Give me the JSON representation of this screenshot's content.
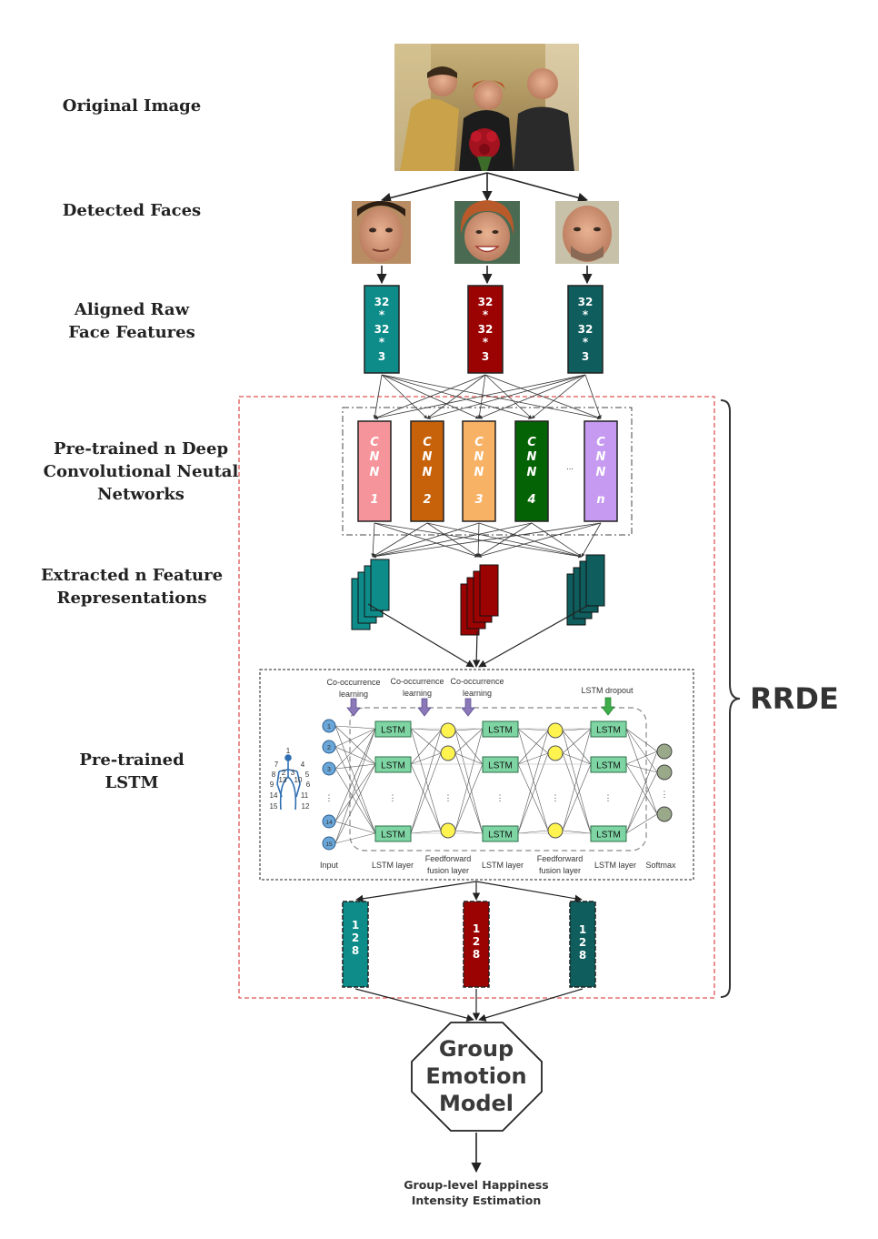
{
  "stages": {
    "original_image": "Original Image",
    "detected_faces": "Detected Faces",
    "aligned_line1": "Aligned Raw",
    "aligned_line2": "Face Features",
    "cnn_line1": "Pre-trained n Deep",
    "cnn_line2": "Convolutional Neutal",
    "cnn_line3": "Networks",
    "feat_line1": "Extracted n Feature",
    "feat_line2": "Representations",
    "lstm_line1": "Pre-trained",
    "lstm_line2": "LSTM"
  },
  "aligned_boxes": [
    {
      "color": "#0e8c89",
      "tokens": [
        "32",
        "*",
        "32",
        "*",
        "3"
      ]
    },
    {
      "color": "#9b0303",
      "tokens": [
        "32",
        "*",
        "32",
        "*",
        "3"
      ]
    },
    {
      "color": "#0f5d5d",
      "tokens": [
        "32",
        "*",
        "32",
        "*",
        "3"
      ]
    }
  ],
  "cnns": [
    {
      "color": "#f5949a",
      "tokens": [
        "C",
        "N",
        "N",
        "1"
      ]
    },
    {
      "color": "#c8620a",
      "tokens": [
        "C",
        "N",
        "N",
        "2"
      ]
    },
    {
      "color": "#f8b266",
      "tokens": [
        "C",
        "N",
        "N",
        "3"
      ]
    },
    {
      "color": "#046304",
      "tokens": [
        "C",
        "N",
        "N",
        "4"
      ]
    },
    {
      "color": "#c59af0",
      "tokens": [
        "C",
        "N",
        "N",
        "n"
      ]
    }
  ],
  "cnn_ellipsis": "...",
  "feature_colors": [
    "#0e8c89",
    "#9b0303",
    "#0f5d5d"
  ],
  "lstm_panel": {
    "top_labels": [
      {
        "line1": "Co-occurrence",
        "line2": "learning"
      },
      {
        "line1": "Co-occurrence",
        "line2": "learning"
      },
      {
        "line1": "Co-occurrence",
        "line2": "learning"
      }
    ],
    "dropout_label": "LSTM dropout",
    "cell_label": "LSTM",
    "input_nodes": [
      "1",
      "2",
      "3",
      "⋮",
      "14",
      "15"
    ],
    "skeleton_numbers": [
      "1",
      "7",
      "4",
      "8",
      "5",
      "9",
      "13",
      "10",
      "6",
      "14",
      "11",
      "15",
      "12",
      "2",
      "3"
    ],
    "vdots": "⋮",
    "bottom_labels": {
      "input": "Input",
      "lstm1": "LSTM layer",
      "ff1_line1": "Feedforward",
      "ff1_line2": "fusion layer",
      "lstm2": "LSTM layer",
      "ff2_line1": "Feedforward",
      "ff2_line2": "fusion layer",
      "lstm3": "LSTM layer",
      "softmax": "Softmax"
    }
  },
  "output_boxes": [
    {
      "color": "#0e8c89",
      "tokens": [
        "1",
        "2",
        "8"
      ]
    },
    {
      "color": "#9b0303",
      "tokens": [
        "1",
        "2",
        "8"
      ]
    },
    {
      "color": "#0f5d5d",
      "tokens": [
        "1",
        "2",
        "8"
      ]
    }
  ],
  "rrde_label": "RRDE",
  "group_model": {
    "line1": "Group",
    "line2": "Emotion",
    "line3": "Model"
  },
  "output_label": {
    "line1": "Group-level Happiness",
    "line2": "Intensity Estimation"
  },
  "colors": {
    "red_dashed": "#e05555",
    "arrow": "#222222",
    "lstm_cell": "#7ed5a3",
    "ff_node": "#fff44f",
    "softmax_node": "#9aa98a",
    "input_node": "#6aa6d8"
  }
}
